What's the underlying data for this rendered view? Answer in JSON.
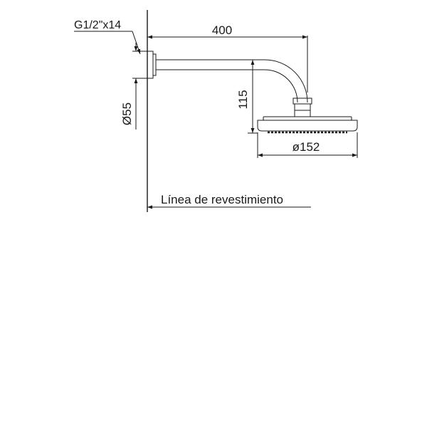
{
  "drawing": {
    "dims": {
      "thread": "G1/2\"x14",
      "arm_length": "400",
      "drop_height": "115",
      "flange_diameter": "Ø55",
      "head_diameter": "ø152"
    },
    "wall_label": "Línea de revestimiento",
    "line_color": "#1a1a1a",
    "background": "#ffffff"
  }
}
